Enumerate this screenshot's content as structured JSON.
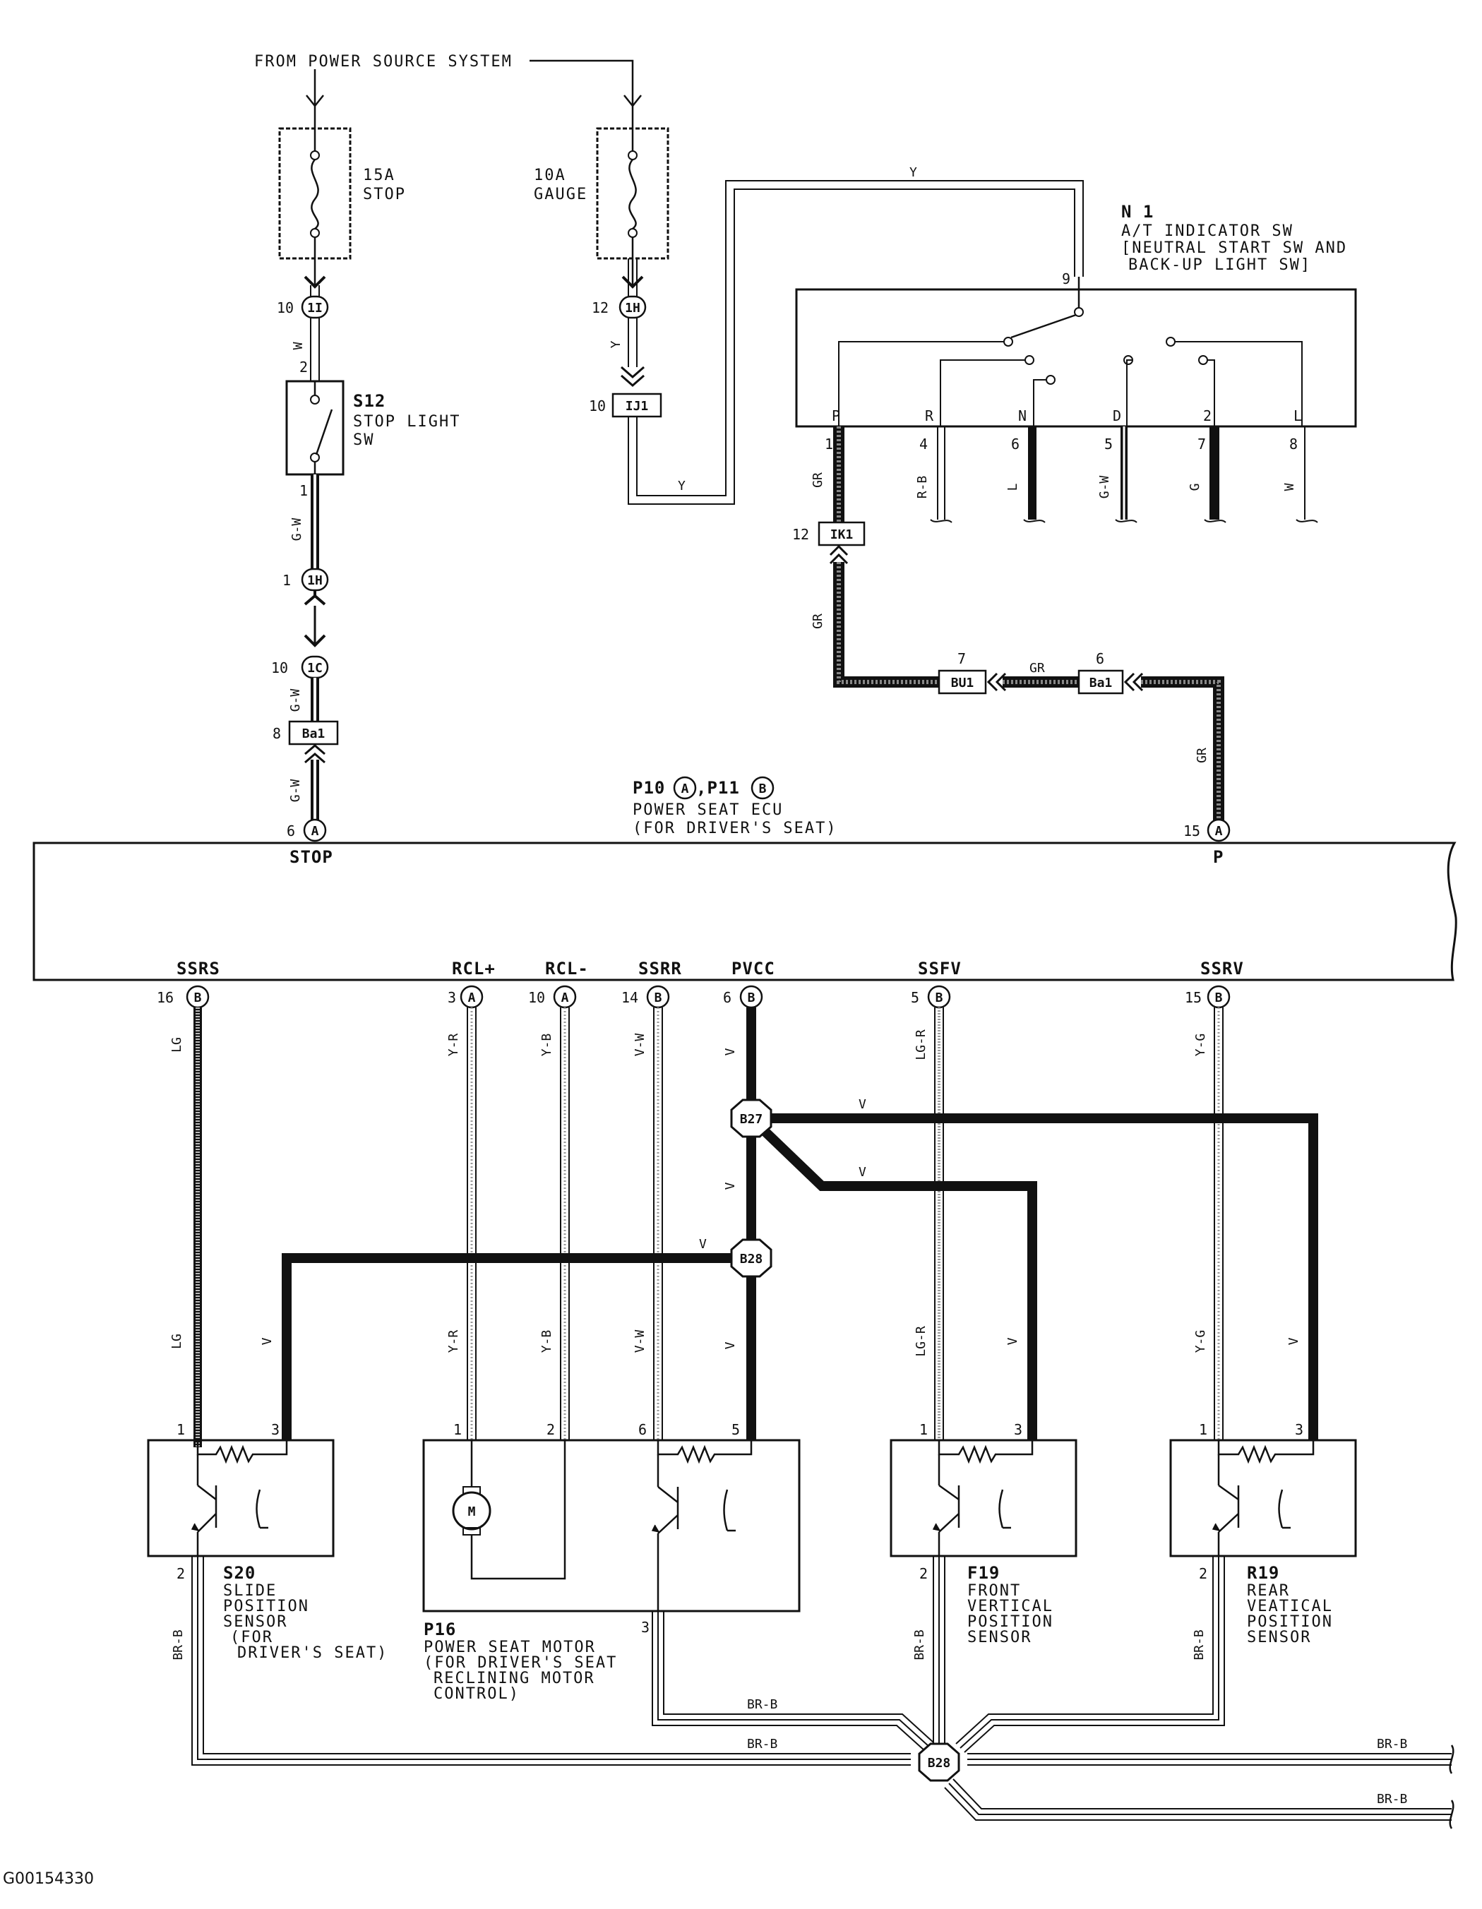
{
  "source": {
    "label": "FROM POWER SOURCE SYSTEM"
  },
  "fuses": [
    {
      "amps": "15A",
      "name": "STOP"
    },
    {
      "amps": "10A",
      "name": "GAUGE"
    }
  ],
  "connectors": {
    "c1I": {
      "pin": "10",
      "code": "1I"
    },
    "c1H_top": {
      "pin": "12",
      "code": "1H"
    },
    "IJ1": {
      "pin": "10",
      "code": "IJ1"
    },
    "c1H_stop": {
      "pin": "1",
      "code": "1H"
    },
    "c1C": {
      "pin": "10",
      "code": "1C"
    },
    "Ba1_left": {
      "pin": "8",
      "code": "Ba1"
    },
    "IK1": {
      "pin": "12",
      "code": "IK1"
    },
    "BU1": {
      "pin": "7",
      "code": "BU1"
    },
    "Ba1_right": {
      "pin": "6",
      "code": "Ba1"
    }
  },
  "stop_switch": {
    "id": "S12",
    "name1": "STOP LIGHT",
    "name2": "SW",
    "pin_top": "2",
    "pin_bottom": "1"
  },
  "indicator_switch": {
    "id": "N 1",
    "line1": "A/T INDICATOR SW",
    "line2": "[NEUTRAL START SW AND",
    "line3": "BACK-UP LIGHT SW]",
    "pin_in": "9",
    "positions": [
      {
        "label": "P",
        "pin": "1",
        "wire": "GR"
      },
      {
        "label": "R",
        "pin": "4",
        "wire": "R-B"
      },
      {
        "label": "N",
        "pin": "6",
        "wire": "L"
      },
      {
        "label": "D",
        "pin": "5",
        "wire": "G-W"
      },
      {
        "label": "2",
        "pin": "7",
        "wire": "G"
      },
      {
        "label": "L",
        "pin": "8",
        "wire": "W"
      }
    ]
  },
  "ecu": {
    "id_prefix": "P10",
    "conn_a": "A",
    "id_mid": ",P11",
    "conn_b": "B",
    "line1": "POWER SEAT ECU",
    "line2": "(FOR DRIVER'S SEAT)",
    "top_pins": [
      {
        "name": "STOP",
        "pin": "6",
        "conn": "A"
      },
      {
        "name": "P",
        "pin": "15",
        "conn": "A"
      }
    ],
    "bottom_pins": [
      {
        "name": "SSRS",
        "pin": "16",
        "conn": "B",
        "wire": "LG"
      },
      {
        "name": "RCL+",
        "pin": "3",
        "conn": "A",
        "wire": "Y-R"
      },
      {
        "name": "RCL-",
        "pin": "10",
        "conn": "A",
        "wire": "Y-B"
      },
      {
        "name": "SSRR",
        "pin": "14",
        "conn": "B",
        "wire": "V-W"
      },
      {
        "name": "PVCC",
        "pin": "6",
        "conn": "B",
        "wire": "V"
      },
      {
        "name": "SSFV",
        "pin": "5",
        "conn": "B",
        "wire": "LG-R"
      },
      {
        "name": "SSRV",
        "pin": "15",
        "conn": "B",
        "wire": "Y-G"
      }
    ]
  },
  "wires": {
    "W": "W",
    "Y": "Y",
    "GW": "G-W",
    "GR": "GR",
    "V": "V",
    "BRB": "BR-B"
  },
  "junctions": {
    "b27": "B27",
    "b28": "B28",
    "b28_ground": "B28"
  },
  "sensors": [
    {
      "id": "S20",
      "lines": [
        "SLIDE",
        "POSITION",
        "SENSOR",
        "(FOR",
        "DRIVER'S SEAT)"
      ],
      "pins": [
        "1",
        "3",
        "2"
      ]
    },
    {
      "id": "P16",
      "lines": [
        "POWER SEAT MOTOR",
        "(FOR DRIVER'S SEAT",
        "RECLINING MOTOR",
        "CONTROL)"
      ],
      "pins": [
        "1",
        "2",
        "6",
        "5",
        "3"
      ]
    },
    {
      "id": "F19",
      "lines": [
        "FRONT",
        "VERTICAL",
        "POSITION",
        "SENSOR"
      ],
      "pins": [
        "1",
        "3",
        "2"
      ]
    },
    {
      "id": "R19",
      "lines": [
        "REAR",
        "VEATICAL",
        "POSITION",
        "SENSOR"
      ],
      "pins": [
        "1",
        "3",
        "2"
      ]
    }
  ],
  "motor_symbol": "M",
  "figure_id": "G00154330"
}
